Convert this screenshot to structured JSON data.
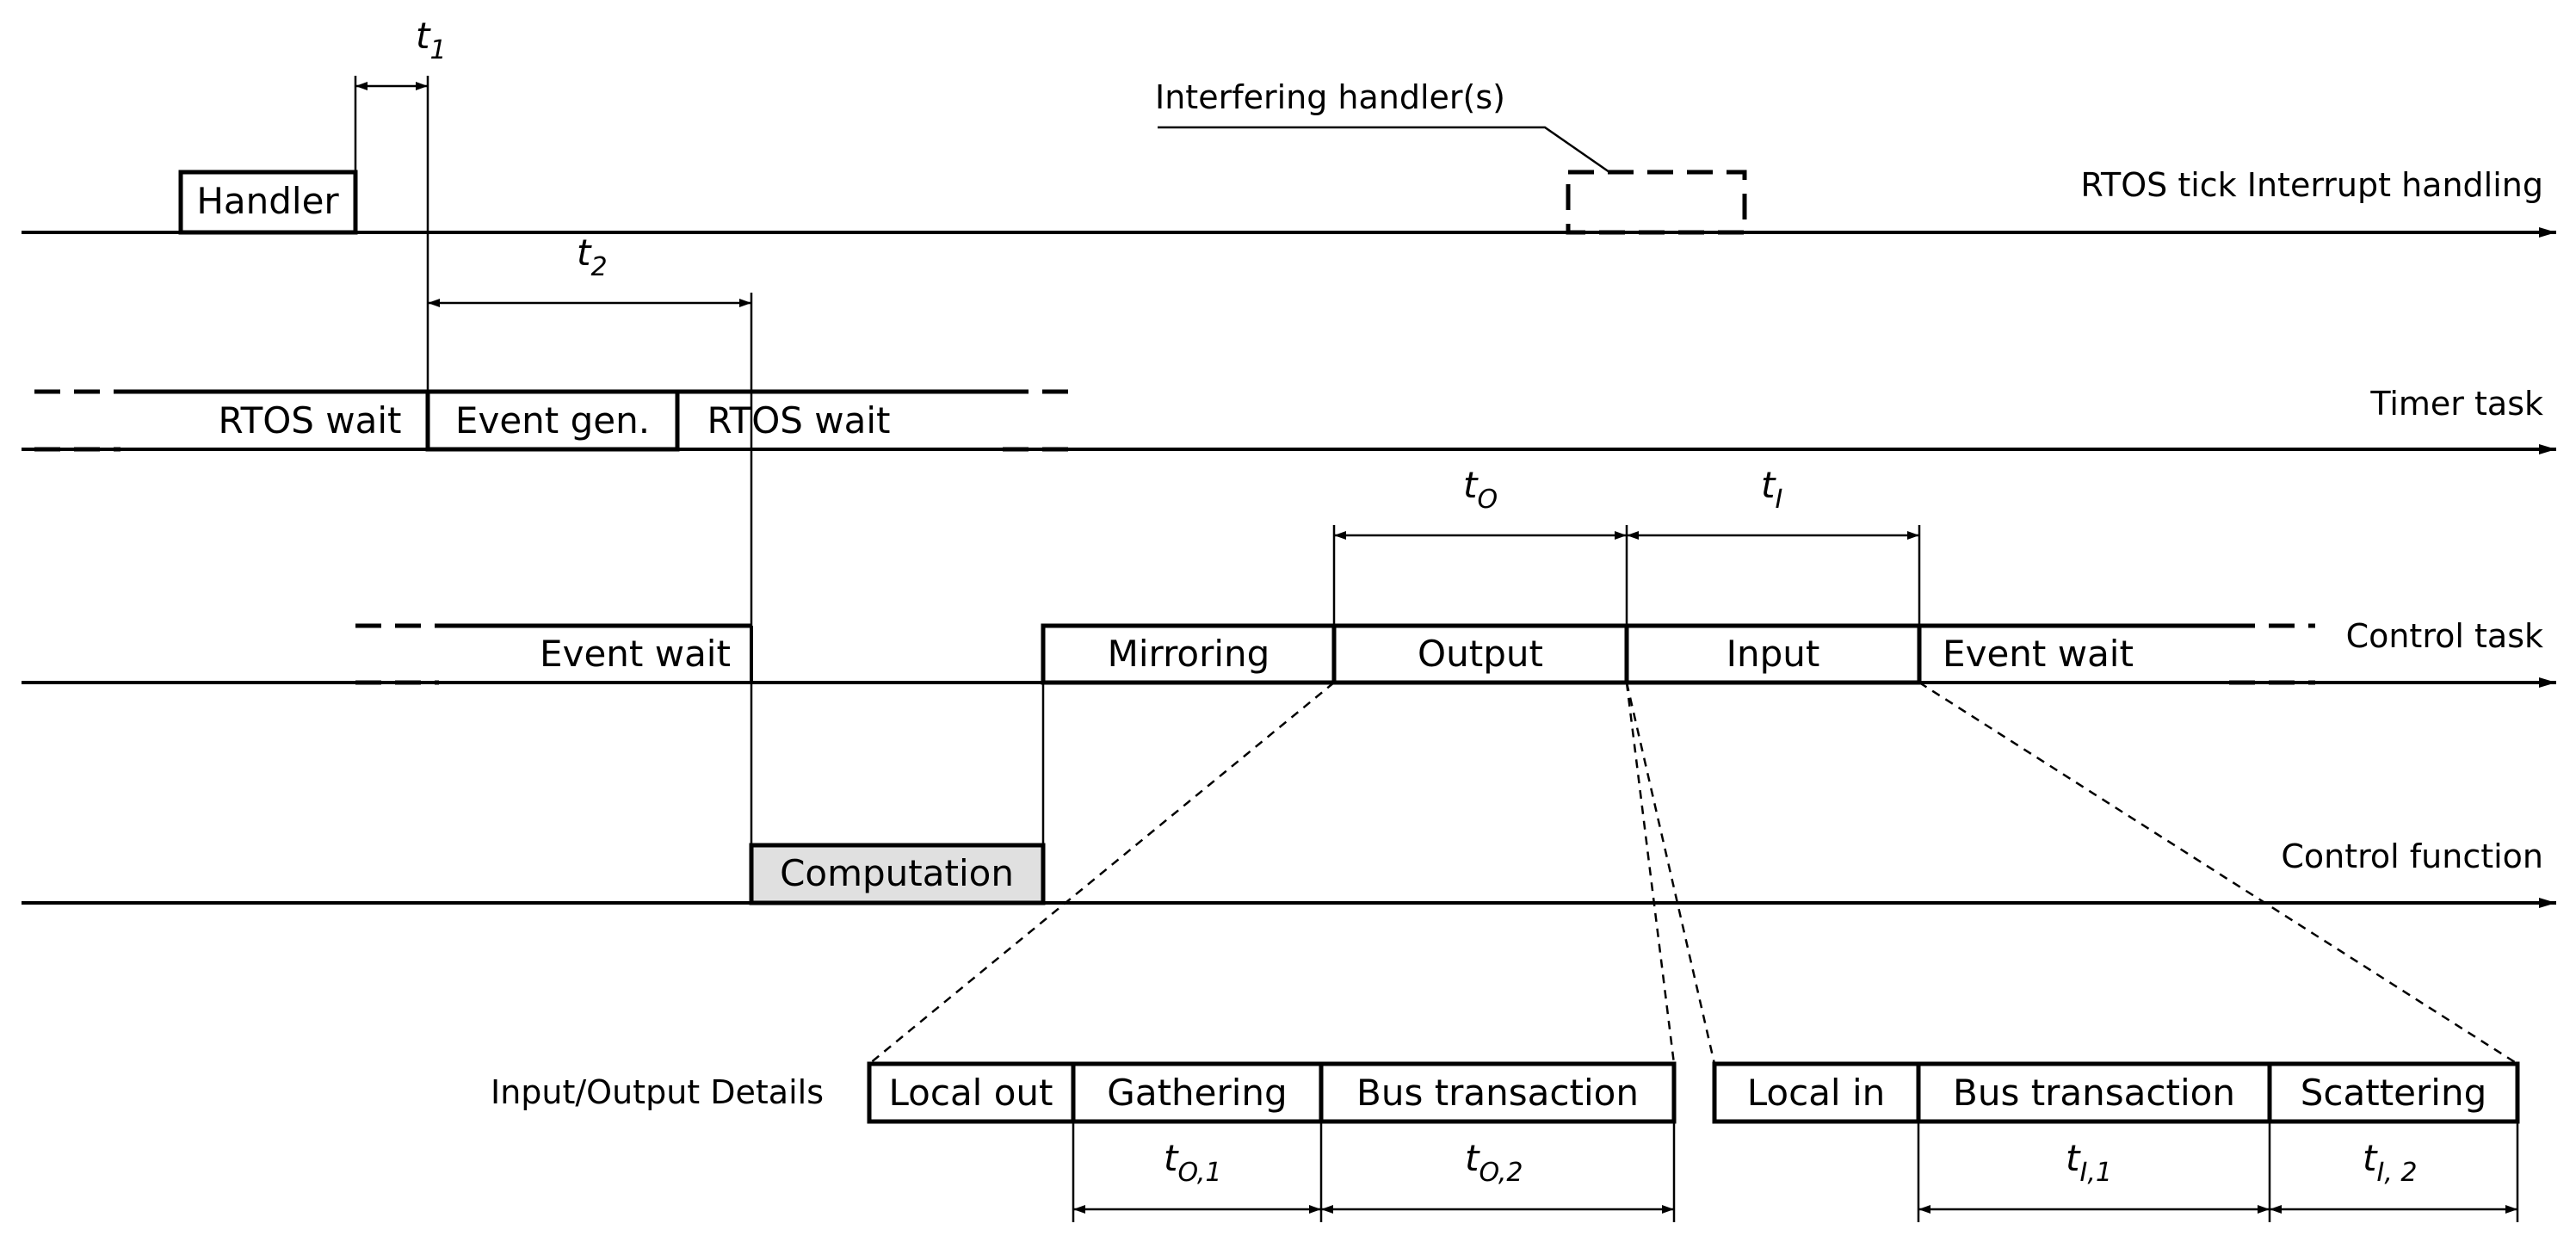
{
  "timelines": {
    "rtos_tick": "RTOS tick Interrupt handling",
    "timer_task": "Timer task",
    "control_task": "Control task",
    "control_function": "Control function",
    "io_details": "Input/Output Details"
  },
  "blocks": {
    "handler": "Handler",
    "interfering": "Interfering handler(s)",
    "rtos_wait_1": "RTOS wait",
    "event_gen": "Event gen.",
    "rtos_wait_2": "RTOS wait",
    "event_wait_1": "Event wait",
    "mirroring": "Mirroring",
    "output": "Output",
    "input": "Input",
    "event_wait_2": "Event wait",
    "computation": "Computation",
    "local_out": "Local out",
    "gathering": "Gathering",
    "bus_transaction_out": "Bus transaction",
    "local_in": "Local in",
    "bus_transaction_in": "Bus transaction",
    "scattering": "Scattering"
  },
  "intervals": {
    "t1": {
      "sym": "t",
      "sub": "1"
    },
    "t2": {
      "sym": "t",
      "sub": "2"
    },
    "tO": {
      "sym": "t",
      "sub": "O"
    },
    "tI": {
      "sym": "t",
      "sub": "I"
    },
    "tO1": {
      "sym": "t",
      "sub": "O,1"
    },
    "tO2": {
      "sym": "t",
      "sub": "O,2"
    },
    "tI1": {
      "sym": "t",
      "sub": "I,1"
    },
    "tI2": {
      "sym": "t",
      "sub": "I, 2"
    }
  },
  "colors": {
    "computation_fill": "#e0e0e0",
    "line": "#000000"
  }
}
